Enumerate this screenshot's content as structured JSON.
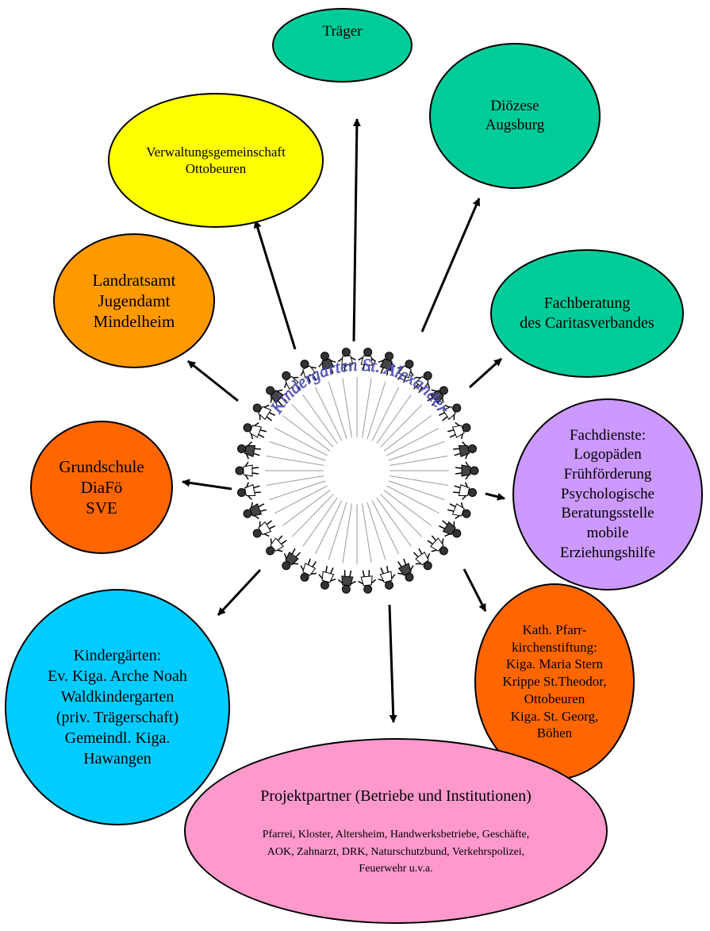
{
  "center": {
    "label": "Kindergarten St. Alexander"
  },
  "nodes": {
    "traeger": {
      "lines": [
        "Träger"
      ],
      "color": "#00cc99"
    },
    "dioezese": {
      "lines": [
        "Diözese",
        "Augsburg"
      ],
      "color": "#00cc99"
    },
    "verwaltung": {
      "lines": [
        "Verwaltungsgemeinschaft",
        "Ottobeuren"
      ],
      "color": "#ffff00"
    },
    "landratsamt": {
      "lines": [
        "Landratsamt",
        "Jugendamt",
        "Mindelheim"
      ],
      "color": "#ff9900"
    },
    "fachberatung": {
      "lines": [
        "Fachberatung",
        "des Caritasverbandes"
      ],
      "color": "#00cc99"
    },
    "grundschule": {
      "lines": [
        "Grundschule",
        "DiaFö",
        "SVE"
      ],
      "color": "#ff6600"
    },
    "fachdienste": {
      "lines": [
        "Fachdienste:",
        "Logopäden",
        "Frühförderung",
        "Psychologische",
        "Beratungsstelle",
        "mobile",
        "Erziehungshilfe"
      ],
      "color": "#cc99ff"
    },
    "kindergaerten": {
      "lines": [
        "Kindergärten:",
        "Ev. Kiga. Arche Noah",
        "Waldkindergarten",
        "(priv. Trägerschaft)",
        "Gemeindl. Kiga.",
        "Hawangen"
      ],
      "color": "#00ccff"
    },
    "pfarrkirchen": {
      "lines": [
        "Kath. Pfarr-",
        "kirchenstiftung:",
        "Kiga. Maria Stern",
        "Krippe St.Theodor,",
        "Ottobeuren",
        "Kiga. St. Georg,",
        "Böhen"
      ],
      "color": "#ff6600"
    },
    "projekt": {
      "title": "Projektpartner (Betriebe und Institutionen)",
      "lines": [
        "Pfarrei, Kloster, Altersheim, Handwerksbetriebe, Geschäfte,",
        "AOK, Zahnarzt, DRK, Naturschutzbund, Verkehrspolizei,",
        "Feuerwehr u.v.a."
      ],
      "color": "#ff99cc"
    }
  }
}
